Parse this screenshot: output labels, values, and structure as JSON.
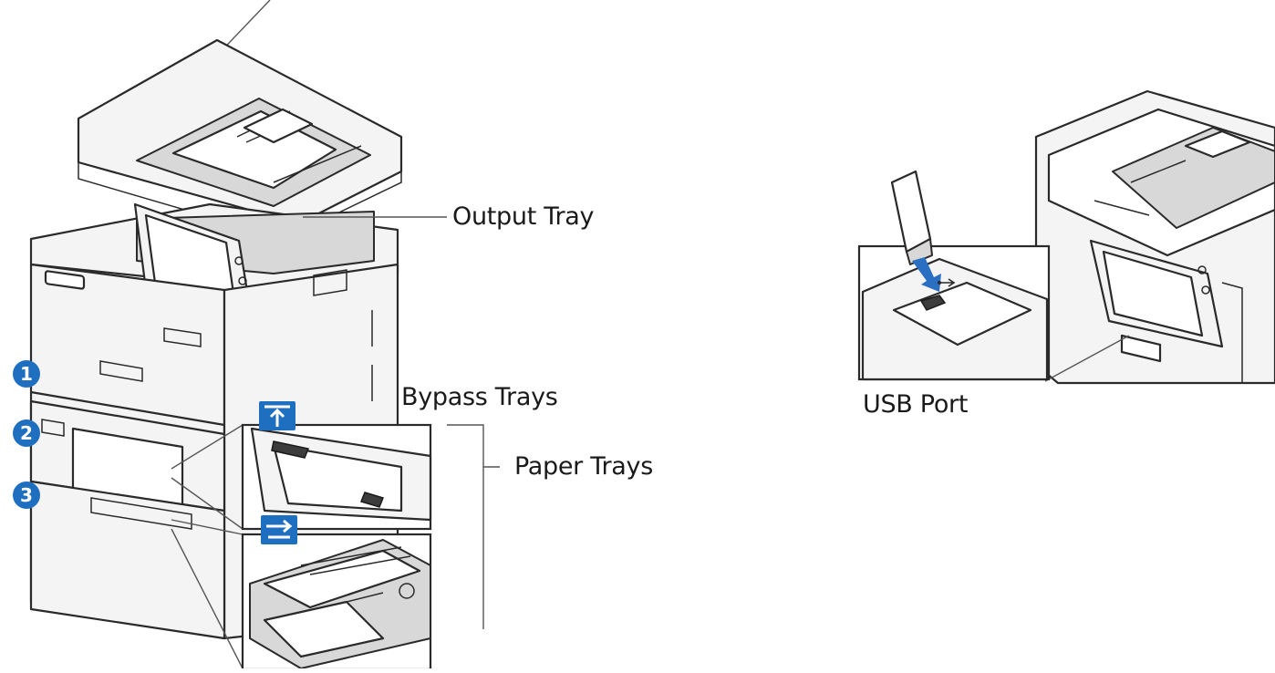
{
  "labels": {
    "output_tray": "Output Tray",
    "bypass_trays": "Bypass Trays",
    "paper_trays": "Paper Trays",
    "usb_port": "USB Port"
  },
  "badges": [
    "1",
    "2",
    "3"
  ],
  "colors": {
    "badge_blue": "#1f6fc1",
    "icon_blue": "#1f6fc1",
    "usb_arrow": "#2a6fc2",
    "line": "#2a2a2a"
  },
  "icons": {
    "bypass_tray_icon": "tray-up-arrow-icon",
    "paper_tray_icon": "tray-right-arrow-icon",
    "usb_icon": "usb-symbol-icon"
  }
}
